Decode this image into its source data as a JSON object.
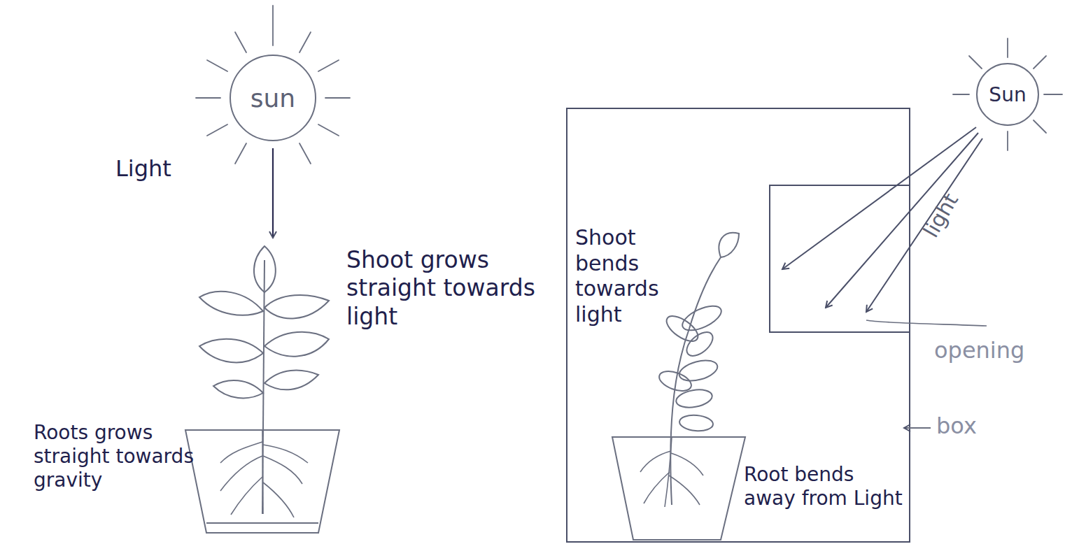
{
  "diagram": {
    "nodes": [
      {
        "text": [
          "sun"
        ]
      },
      {
        "text": [
          "Sun"
        ]
      }
    ],
    "labels": [
      "Light",
      "Shoot grows straight towards light",
      "Roots grows straight towards gravity",
      "Shoot bends towards light",
      "Root bends away from Light",
      "light",
      "opening",
      "box"
    ]
  }
}
